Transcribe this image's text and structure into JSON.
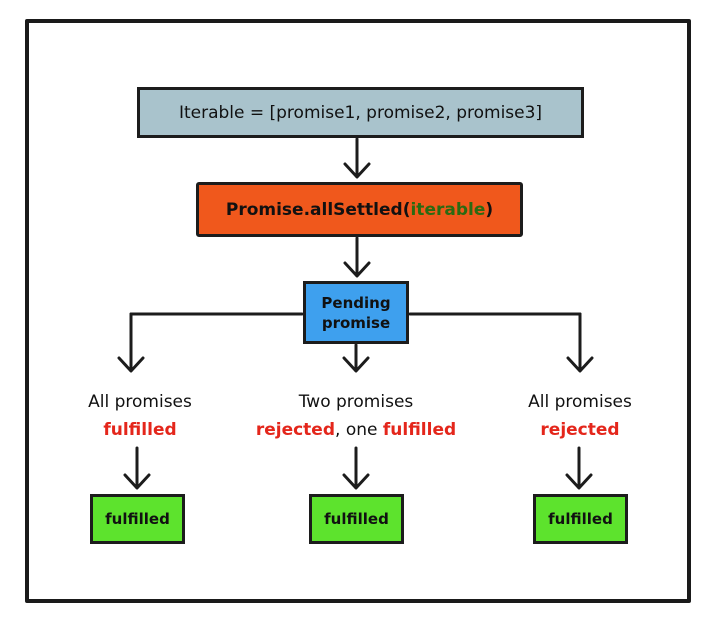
{
  "nodes": {
    "iterable": "Iterable = [promise1, promise2, promise3]",
    "allsettled_prefix": "Promise.allSettled(",
    "allsettled_arg": "iterable",
    "allsettled_suffix": ")",
    "pending_line1": "Pending",
    "pending_line2": "promise"
  },
  "branches": [
    {
      "line1": "All promises",
      "line2_red": "fulfilled",
      "line2_rest": "",
      "result": "fulfilled"
    },
    {
      "line1": "Two promises",
      "line2_red": "rejected",
      "line2_rest": ", one ",
      "line2_red2": "fulfilled",
      "result": "fulfilled"
    },
    {
      "line1": "All promises",
      "line2_red": "rejected",
      "line2_rest": "",
      "result": "fulfilled"
    }
  ],
  "colors": {
    "iterable_fill": "#a9c3cc",
    "allsettled_fill": "#f0581c",
    "allsettled_arg_text": "#2b6a12",
    "pending_fill": "#3ea0ee",
    "result_fill": "#5de32d",
    "highlight_text": "#e4261b",
    "stroke": "#1c1c1c"
  }
}
